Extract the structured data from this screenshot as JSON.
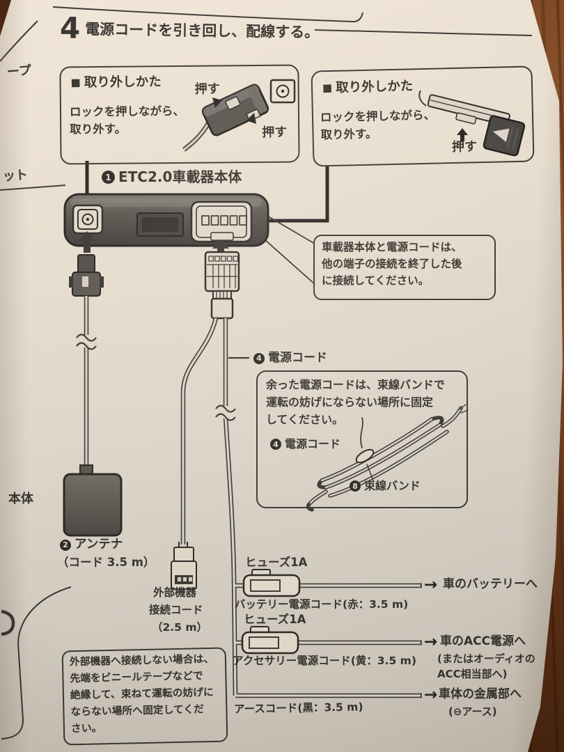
{
  "page": {
    "step_number": "4",
    "step_title": "電源コードを引き回し、配線する。"
  },
  "margin_fragments": {
    "frag_top": "ープ",
    "frag_mid": "ット",
    "frag_lower": "本体"
  },
  "removal_left": {
    "bullet": "■",
    "title": "取り外しかた",
    "body_lines": [
      "ロックを押しながら、",
      "取り外す。"
    ],
    "push_top": "押す",
    "push_bottom": "押す"
  },
  "removal_right": {
    "bullet": "■",
    "title": "取り外しかた",
    "body_lines": [
      "ロックを押しながら、",
      "取り外す。"
    ],
    "push": "押す"
  },
  "device": {
    "number": "1",
    "label": "ETC2.0車載器本体"
  },
  "connect_note": {
    "lines": [
      "車載器本体と電源コードは、",
      "他の端子の接続を終了した後",
      "に接続してください。"
    ]
  },
  "power_cord": {
    "number": "4",
    "label": "電源コード"
  },
  "slack_note": {
    "lines": [
      "余った電源コードは、束線バンドで",
      "運転の妨げにならない場所に固定",
      "してください。"
    ],
    "cord_number": "4",
    "cord_label": "電源コード",
    "band_number": "8",
    "band_label": "束線バンド"
  },
  "antenna": {
    "number": "2",
    "label": "アンテナ",
    "cord_length": "（コード 3.5 m）"
  },
  "external_cord": {
    "label_lines": [
      "外部機器",
      "接続コード",
      "（2.5 m）"
    ]
  },
  "battery_wire": {
    "fuse_label": "ヒューズ1A",
    "wire_label": "バッテリー電源コード(赤：3.5 m)",
    "arrow": "→",
    "destination": "車のバッテリーへ"
  },
  "acc_wire": {
    "fuse_label": "ヒューズ1A",
    "wire_label": "アクセサリー電源コード(黄：3.5 m)",
    "arrow": "→",
    "destination": "車のACC電源へ",
    "destination_sub": [
      "(またはオーディオの",
      "ACC相当部へ)"
    ]
  },
  "ground_wire": {
    "wire_label": "アースコード(黒：3.5 m)",
    "arrow": "→",
    "destination": "車体の金属部へ",
    "destination_sub": "(⊖アース)"
  },
  "no_connection_note": {
    "lines": [
      "外部機器へ接続しない場合は、",
      "先端をビニールテープなどで",
      "絶縁して、束ねて運転の妨げに",
      "ならない場所へ固定してくだ",
      "さい。"
    ]
  },
  "colors": {
    "paper": "#e2d8ca",
    "ink": "#35312c",
    "wood": "#70401f",
    "device_gray": "#55514b"
  }
}
